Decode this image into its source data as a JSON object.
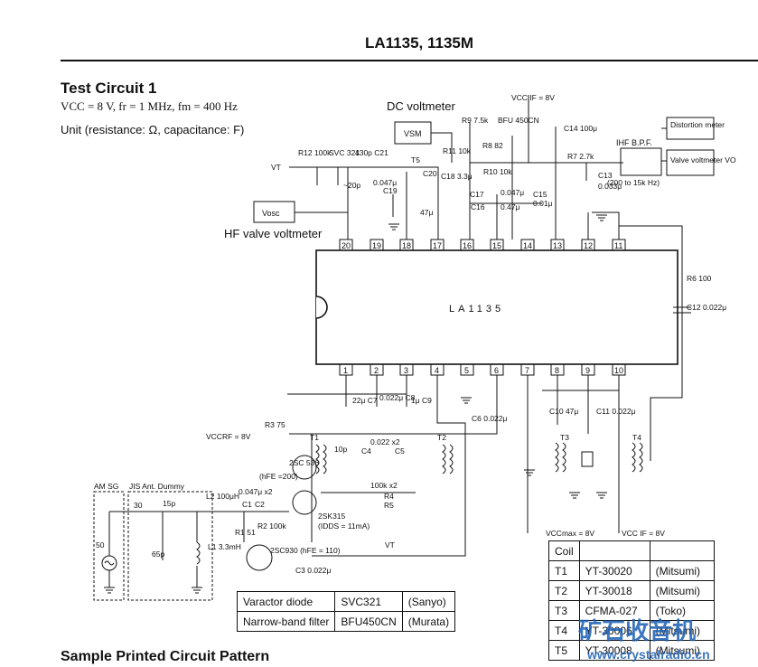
{
  "header": {
    "part_number": "LA1135, 1135M"
  },
  "section": {
    "title": "Test Circuit 1",
    "conditions": "VCC = 8 V, fr = 1 MHz, fm = 400 Hz",
    "unit_note": "Unit (resistance: Ω, capacitance: F)"
  },
  "instruments": {
    "dc_voltmeter": "DC voltmeter",
    "hf_valve_voltmeter": "HF valve voltmeter",
    "vsm": "VSM",
    "vosc": "Vosc",
    "distortion_meter": "Distortion meter",
    "valve_voltmeter": "Valve voltmeter VO",
    "ihf_bpf": "IHF B.P.F.",
    "bpf_range": "(200 to 15k Hz)",
    "am_sg": "AM SG",
    "jis_dummy": "JIS Ant. Dummy"
  },
  "ic": {
    "name": "LA1135",
    "top_pins": [
      "20",
      "19",
      "18",
      "17",
      "16",
      "15",
      "14",
      "13",
      "12",
      "11"
    ],
    "bottom_pins": [
      "1",
      "2",
      "3",
      "4",
      "5",
      "6",
      "7",
      "8",
      "9",
      "10"
    ]
  },
  "components": {
    "vcc_if_top": "VCC IF = 8V",
    "r9": "R9 7.5k",
    "bfu": "BFU 450CN",
    "c14": "C14 100μ",
    "r8": "R8 82",
    "r11": "R11 10k",
    "c18": "C18 3.3μ",
    "r10": "R10 10k",
    "r12": "R12 100k",
    "svc": "SVC 321",
    "c21": "430p C21",
    "t5": "T5",
    "c20": "C20",
    "trim": "~20p",
    "c19": "C19",
    "c19v": "0.047μ",
    "c47": "47μ",
    "c17": "C17",
    "c17v": "0.047μ",
    "c16": "C16",
    "c16v": "0.47μ",
    "c15": "C15",
    "c15v": "0.01μ",
    "r7": "R7 2.7k",
    "c13": "C13",
    "c13v": "0.033μ",
    "vt": "VT",
    "r6": "R6 100",
    "c12": "C12 0.022μ",
    "c7": "22μ C7",
    "c8": "0.022μ C8",
    "c9": "1μ C9",
    "c6": "C6 0.022μ",
    "r3": "R3 75",
    "vccrf": "VCCRF = 8V",
    "t1": "T1",
    "t2": "T2",
    "tr1": "2SC 536",
    "hfe200": "(hFE =200)",
    "c10p": "10p",
    "c4c5": "0.022 x2",
    "c4": "C4",
    "c5": "C5",
    "r4r5": "100k x2",
    "r4": "R4",
    "r5": "R5",
    "tr2": "2SK315",
    "idds": "(IDDS = 11mA)",
    "l2": "L2 100μH",
    "c1c2": "0.047μ x2",
    "c1": "C1",
    "c2": "C2",
    "r2": "R2 100k",
    "r1": "R1 51",
    "tr3": "2SC930 (hFE = 110)",
    "c3": "C3 0.022μ",
    "vt2": "VT",
    "r30": "30",
    "c15p": "15p",
    "r50": "50",
    "c65p": "65p",
    "l1": "L1 3.3mH",
    "c10": "C10 47μ",
    "c11": "C11 0.022μ",
    "t3": "T3",
    "t4": "T4",
    "vccmax": "VCCmax = 8V",
    "vccif2": "VCC IF = 8V"
  },
  "parts_table": {
    "rows": [
      [
        "Varactor diode",
        "SVC321",
        "(Sanyo)"
      ],
      [
        "Narrow-band filter",
        "BFU450CN",
        "(Murata)"
      ]
    ]
  },
  "coil_table": {
    "header": [
      "Coil",
      "",
      ""
    ],
    "rows": [
      [
        "T1",
        "YT-30020",
        "(Mitsumi)"
      ],
      [
        "T2",
        "YT-30018",
        "(Mitsumi)"
      ],
      [
        "T3",
        "CFMA-027",
        "(Toko)"
      ],
      [
        "T4",
        "YT-30006",
        "(Mitsumi)"
      ],
      [
        "T5",
        "YT-30008",
        "(Mitsumi)"
      ]
    ]
  },
  "next_section": {
    "title": "Sample Printed Circuit Pattern"
  },
  "watermark": {
    "brand": "矿石收音机",
    "url": "www.crystalradio.cn"
  }
}
